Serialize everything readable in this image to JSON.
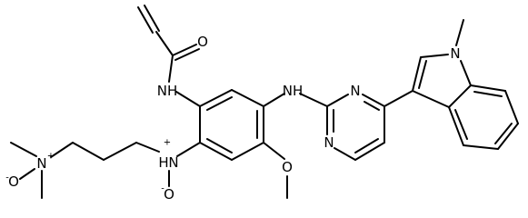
{
  "molecule": {
    "atoms": {
      "carbonyl_oxygen": "O",
      "amide_nitrogen": "NH",
      "amine_nitrogen_to_pyrimidine": "NH",
      "pyrimidine_n_top": "N",
      "pyrimidine_n_left": "N",
      "indole_nitrogen": "N",
      "methoxy_oxygen": "O",
      "n_oxide_center_nitrogen": "N",
      "n_oxide_center_h": "H",
      "n_oxide_center_charge": "+",
      "n_oxide_center_oxygen": "O",
      "n_oxide_center_o_charge": "-",
      "terminal_nitrogen": "N",
      "terminal_n_charge": "+",
      "terminal_oxygen": "O",
      "terminal_o_charge": "-"
    }
  }
}
